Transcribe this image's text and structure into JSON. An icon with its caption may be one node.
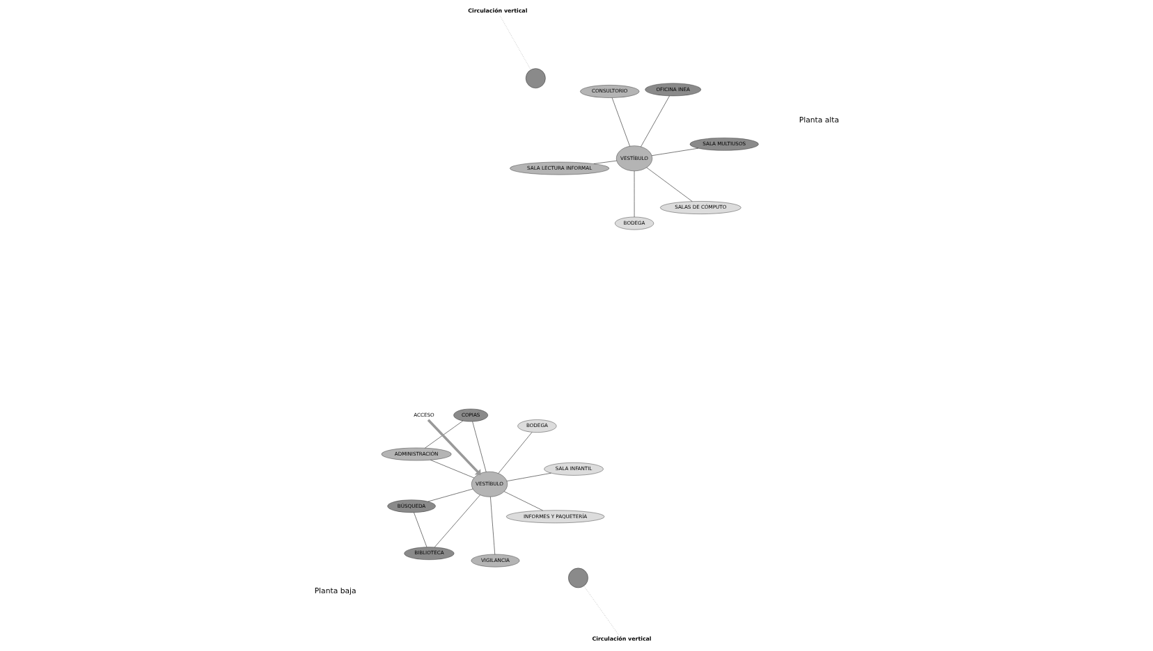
{
  "diagram": {
    "nodes": [
      {
        "text": [
          "ADMINISTRACIÓN"
        ]
      },
      {
        "text": [
          "SALA INFANTIL"
        ]
      },
      {
        "text": [
          "BIBLIOTECA"
        ]
      },
      {
        "text": [
          "COPIAS"
        ]
      },
      {
        "text": [
          "BODEGA"
        ]
      },
      {
        "text": [
          "BÚSQUEDA"
        ]
      },
      {
        "text": [
          "VESTÍBULO"
        ]
      },
      {
        "text": [],
        "shape": "circle"
      },
      {
        "text": [
          "Circulación vertical"
        ]
      },
      {
        "text": [
          "INFORMES Y PAQUETERÍA"
        ]
      },
      {
        "text": [
          "VIGILANCIA"
        ]
      },
      {
        "text": [
          "ACCESO"
        ]
      },
      {
        "text": [
          "SALA MULTIUSOS"
        ]
      },
      {
        "text": [
          "OFICINA INEA"
        ]
      },
      {
        "text": [
          "CONSULTORIO"
        ]
      },
      {
        "text": [
          "BODEGA"
        ]
      },
      {
        "text": [
          "SALAS DE CÓMPUTO"
        ]
      },
      {
        "text": [
          "VESTÍBULO"
        ]
      },
      {
        "text": [],
        "shape": "circle"
      },
      {
        "text": [
          "Circulación vertical"
        ]
      },
      {
        "text": [
          "SALA LECTURA INFORMAL"
        ]
      }
    ],
    "edges": [
      {
        "from": 0,
        "to": 6,
        "arrow": "none"
      },
      {
        "from": 0,
        "to": 3,
        "arrow": "none"
      },
      {
        "from": 1,
        "to": 6,
        "arrow": "none"
      },
      {
        "from": 2,
        "to": 6,
        "arrow": "none"
      },
      {
        "from": 2,
        "to": 5,
        "arrow": "none"
      },
      {
        "from": 5,
        "to": 6,
        "arrow": "none"
      },
      {
        "from": 3,
        "to": 6,
        "arrow": "none"
      },
      {
        "from": 4,
        "to": 6,
        "arrow": "none"
      },
      {
        "from": 9,
        "to": 6,
        "arrow": "none"
      },
      {
        "from": 10,
        "to": 6,
        "arrow": "none"
      },
      {
        "from": 8,
        "to": 7,
        "arrow": "none",
        "style": "dashed"
      },
      {
        "from": 11,
        "to": 6,
        "arrow": "to",
        "style": "thick",
        "color": "#999999"
      },
      {
        "from": 12,
        "to": 17,
        "arrow": "none"
      },
      {
        "from": 13,
        "to": 17,
        "arrow": "none"
      },
      {
        "from": 14,
        "to": 17,
        "arrow": "none"
      },
      {
        "from": 15,
        "to": 17,
        "arrow": "none"
      },
      {
        "from": 16,
        "to": 17,
        "arrow": "none"
      },
      {
        "from": 20,
        "to": 17,
        "arrow": "none"
      },
      {
        "from": 19,
        "to": 18,
        "arrow": "none",
        "style": "dashed"
      }
    ],
    "labels": [
      "Planta baja",
      "Planta alta"
    ]
  }
}
